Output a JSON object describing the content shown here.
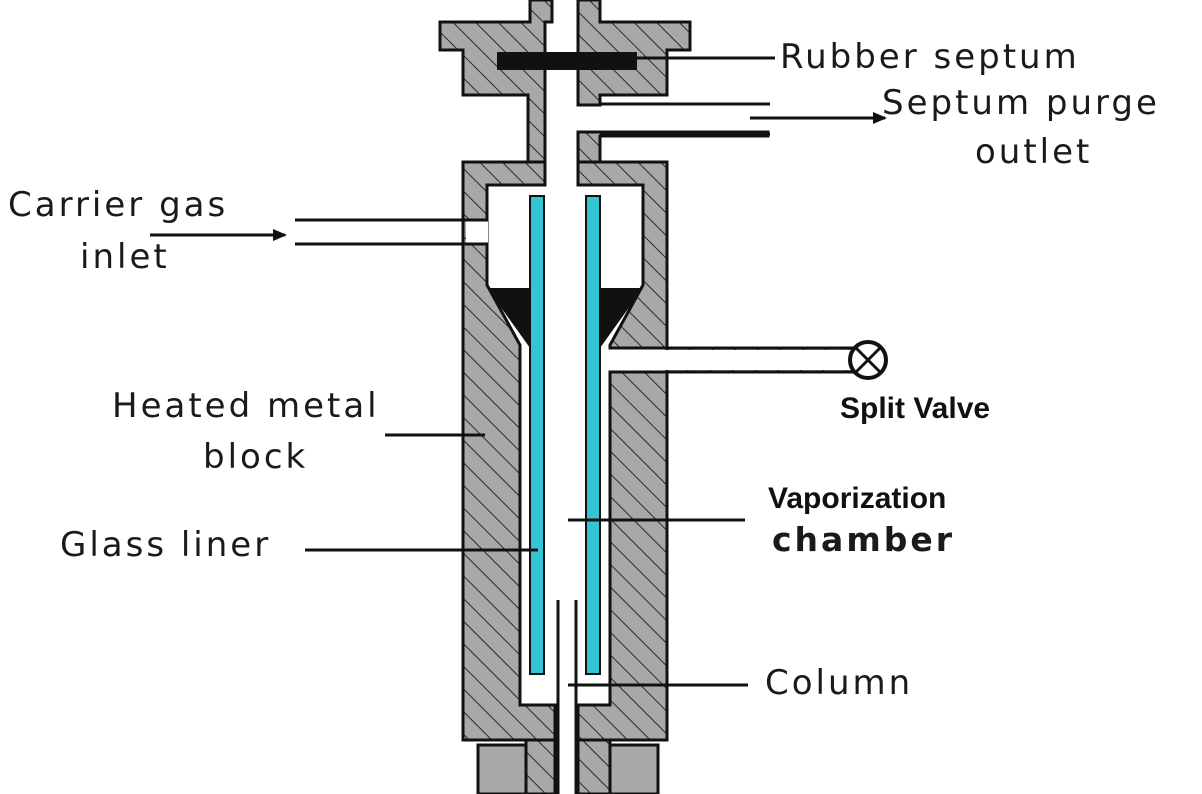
{
  "diagram": {
    "labels": {
      "rubber_septum": "Rubber septum",
      "septum_purge_line1": "Septum purge",
      "septum_purge_line2": "outlet",
      "carrier_gas_line1": "Carrier gas",
      "carrier_gas_line2": "inlet",
      "heated_block_line1": "Heated metal",
      "heated_block_line2": "block",
      "glass_liner": "Glass liner",
      "split_valve": "Split Valve",
      "vaporization_line1": "Vaporization",
      "vaporization_line2": "chamber",
      "column": "Column"
    },
    "colors": {
      "metal_fill": "#a8a8a8",
      "liner": "#35c6d6",
      "outline": "#111111",
      "septum": "#111111",
      "background": "#ffffff"
    }
  }
}
